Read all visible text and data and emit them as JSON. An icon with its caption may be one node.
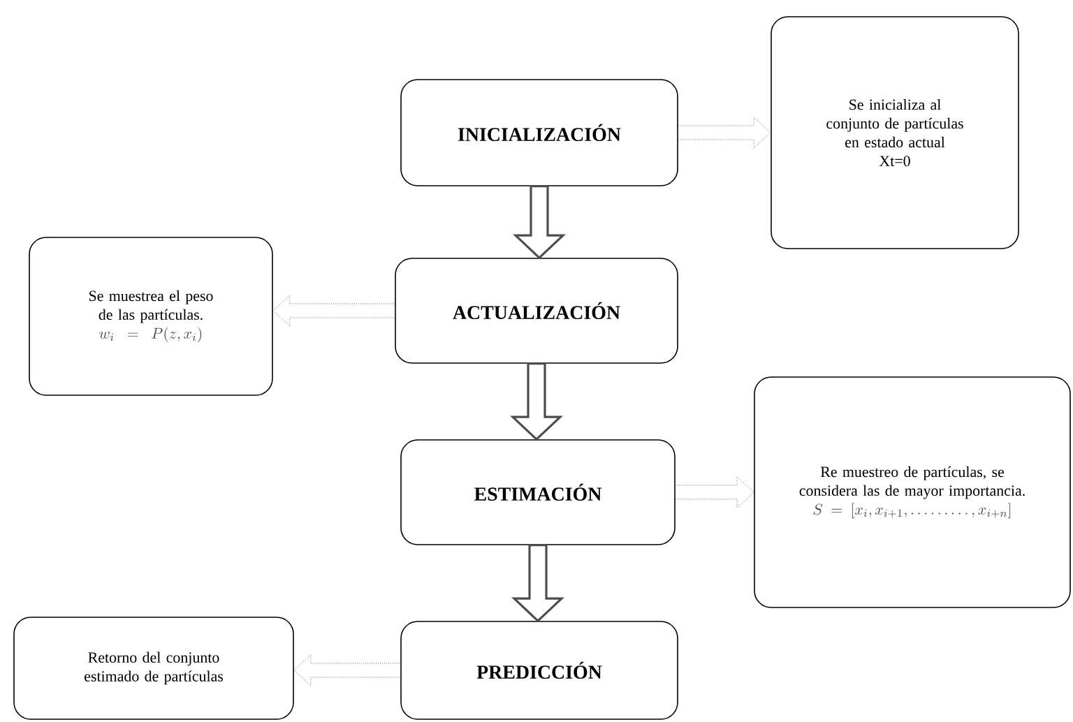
{
  "diagram": {
    "nodes": [
      {
        "text": [
          "INICIALIZACIÓN"
        ]
      },
      {
        "text": [
          "Se inicializa al conjunto de partículas en estado actual",
          "Xt=0"
        ]
      },
      {
        "text": [
          "ACTUALIZACIÓN"
        ]
      },
      {
        "text": [
          "Se muestrea el peso de las partículas.",
          "w_{i} = P(z, x_{i})"
        ]
      },
      {
        "text": [
          "ESTIMACIÓN"
        ]
      },
      {
        "text": [
          "Re muestreo de partículas, se considera las de mayor importancia.",
          "S = [x_{i}, x_{i+1}, \\dots\\dots\\dots, x_{i+n}]"
        ]
      },
      {
        "text": [
          "PREDICCIÓN"
        ]
      },
      {
        "text": [
          "Retorno del conjunto estimado de partículas"
        ]
      }
    ],
    "edges": [
      {
        "from": 0,
        "to": 1,
        "arrow": "to",
        "style": "dashed"
      },
      {
        "from": 0,
        "to": 2,
        "arrow": "to",
        "style": "thick"
      },
      {
        "from": 2,
        "to": 3,
        "arrow": "to",
        "style": "dashed"
      },
      {
        "from": 2,
        "to": 4,
        "arrow": "to",
        "style": "thick"
      },
      {
        "from": 4,
        "to": 5,
        "arrow": "to",
        "style": "dashed"
      },
      {
        "from": 4,
        "to": 6,
        "arrow": "to",
        "style": "thick"
      },
      {
        "from": 6,
        "to": 7,
        "arrow": "to",
        "style": "dashed"
      }
    ]
  }
}
